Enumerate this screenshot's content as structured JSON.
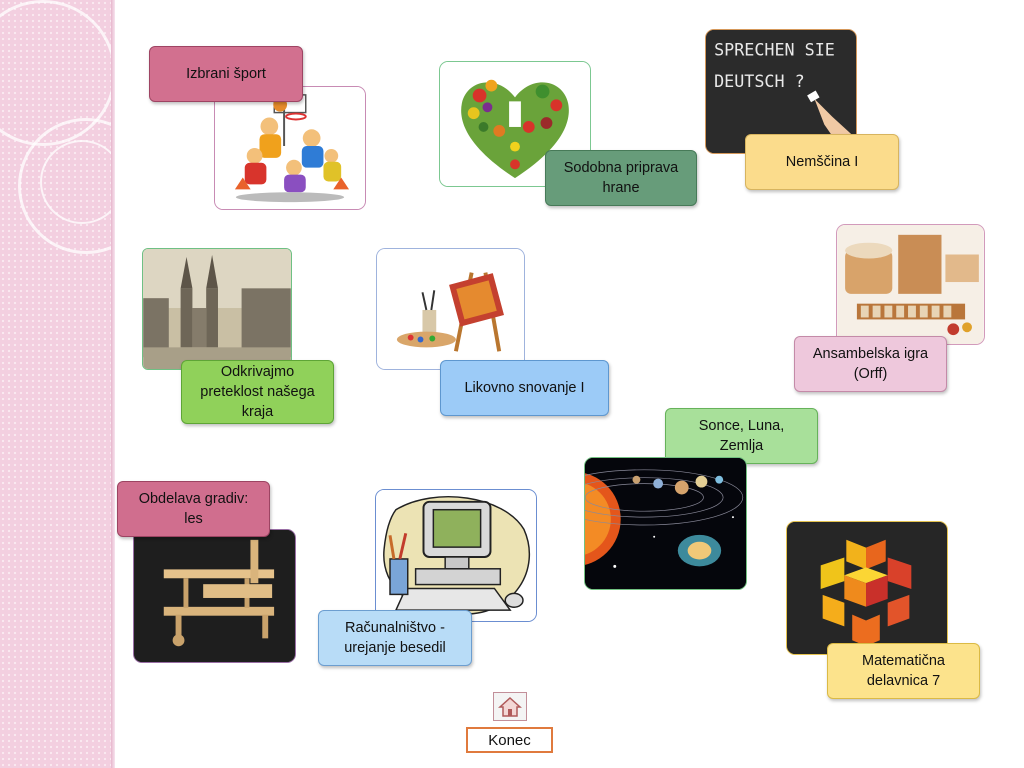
{
  "topics": {
    "sport": {
      "label": "Izbrani šport"
    },
    "food": {
      "label": "Sodobna priprava\nhrane"
    },
    "german": {
      "label": "Nemščina I",
      "board_text": "SPRECHEN SIE\nDEUTSCH ?"
    },
    "history": {
      "label": "Odkrivajmo\npreteklost našega\nkraja"
    },
    "art": {
      "label": "Likovno snovanje I"
    },
    "music": {
      "label": "Ansambelska igra\n(Orff)"
    },
    "space": {
      "label": "Sonce,  Luna,\nZemlja"
    },
    "wood": {
      "label": "Obdelava gradiv:\nles"
    },
    "computer": {
      "label": "Računalništvo -\nurejanje besedil"
    },
    "math": {
      "label": "Matematična\ndelavnica 7"
    }
  },
  "nav": {
    "home_icon": "home-icon",
    "end_label": "Konec"
  }
}
